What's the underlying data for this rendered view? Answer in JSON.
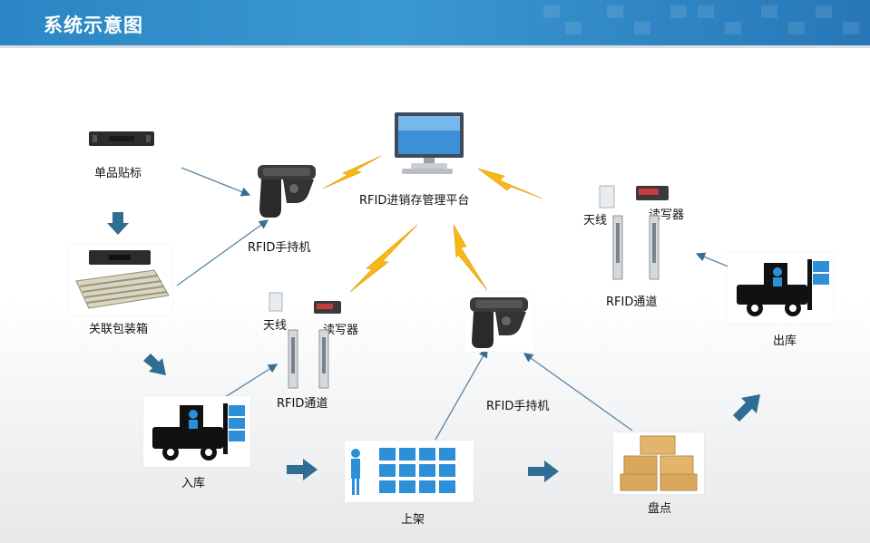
{
  "header": {
    "title": "系统示意图"
  },
  "nodes": {
    "single_tag": "单品贴标",
    "package_box": "关联包装箱",
    "handheld_top": "RFID手持机",
    "platform": "RFID进销存管理平台",
    "antenna_mid": "天线",
    "reader_mid": "读写器",
    "channel_mid": "RFID通道",
    "antenna_right": "天线",
    "reader_right": "读写器",
    "channel_right": "RFID通道",
    "inbound": "入库",
    "shelving": "上架",
    "handheld_mid": "RFID手持机",
    "inventory": "盘点",
    "outbound": "出库"
  },
  "colors": {
    "header": "#2a86c4",
    "arrow_block": "#2f6d92",
    "icon_blue": "#2d8fd8",
    "lightning": "#f3b61a"
  }
}
